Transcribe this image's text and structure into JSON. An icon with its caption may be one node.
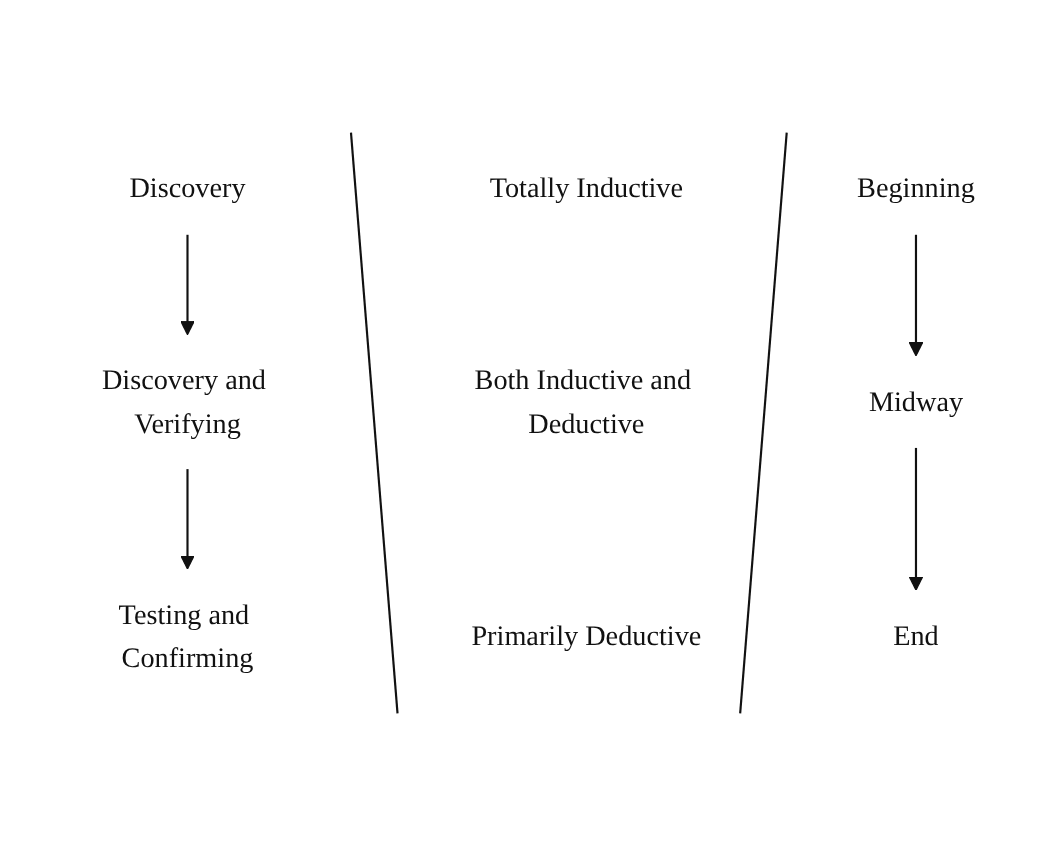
{
  "diagram": {
    "nodes": [
      {
        "text": [
          "Discovery"
        ]
      },
      {
        "text": [
          "Totally Inductive"
        ]
      },
      {
        "text": [
          "Beginning"
        ]
      },
      {
        "text": [
          "Discovery and Verifying"
        ]
      },
      {
        "text": [
          "Both Inductive and Deductive"
        ]
      },
      {
        "text": [
          "Midway"
        ]
      },
      {
        "text": [
          "Testing and Confirming"
        ]
      },
      {
        "text": [
          "Primarily Deductive"
        ]
      },
      {
        "text": [
          "End"
        ]
      }
    ],
    "edges": [
      {
        "from": 0,
        "to": 3,
        "arrow": "to"
      },
      {
        "from": 3,
        "to": 6,
        "arrow": "to"
      },
      {
        "from": 2,
        "to": 5,
        "arrow": "to"
      },
      {
        "from": 5,
        "to": 8,
        "arrow": "to"
      }
    ]
  }
}
